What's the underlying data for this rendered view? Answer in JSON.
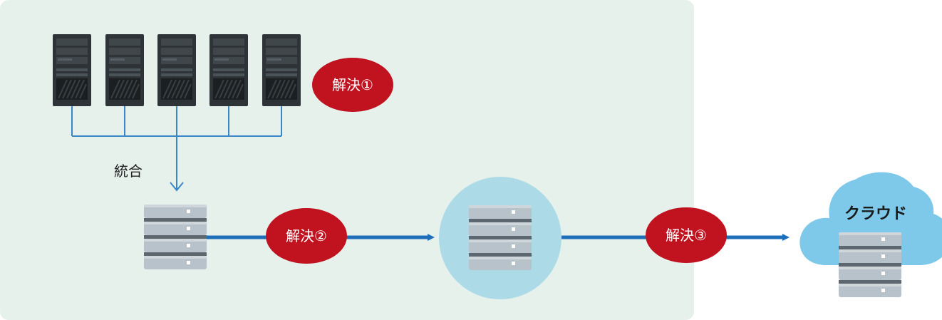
{
  "labels": {
    "solution1": "解決①",
    "solution2": "解決②",
    "solution3": "解決③",
    "integrate": "統合",
    "cloud": "クラウド"
  },
  "colors": {
    "panel_bg": "#e6f1ec",
    "badge_red": "#c0121f",
    "arrow_blue": "#1f6fb8",
    "connector_blue": "#3b86c8",
    "virtual_circle": "#acdbe7",
    "cloud_blue": "#7ec9ea",
    "tower_dark": "#2d3336",
    "rack_gray": "#b7c2cb"
  },
  "icons": {
    "tower_server": "tower-server-icon",
    "rack_server": "rack-server-icon",
    "cloud": "cloud-icon"
  }
}
